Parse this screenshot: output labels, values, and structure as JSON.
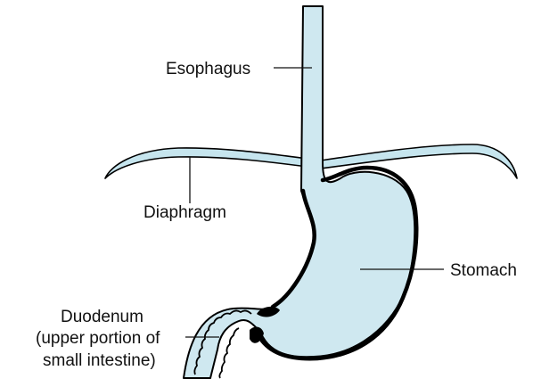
{
  "colors": {
    "organ_fill": "#cfe8f0",
    "diaphragm_fill": "#c6e5ee",
    "outline": "#000000",
    "text": "#111111"
  },
  "labels": {
    "esophagus": "Esophagus",
    "diaphragm": "Diaphragm",
    "stomach": "Stomach",
    "duodenum": {
      "line1": "Duodenum",
      "line2": "(upper portion of",
      "line3": "small intestine)"
    }
  }
}
